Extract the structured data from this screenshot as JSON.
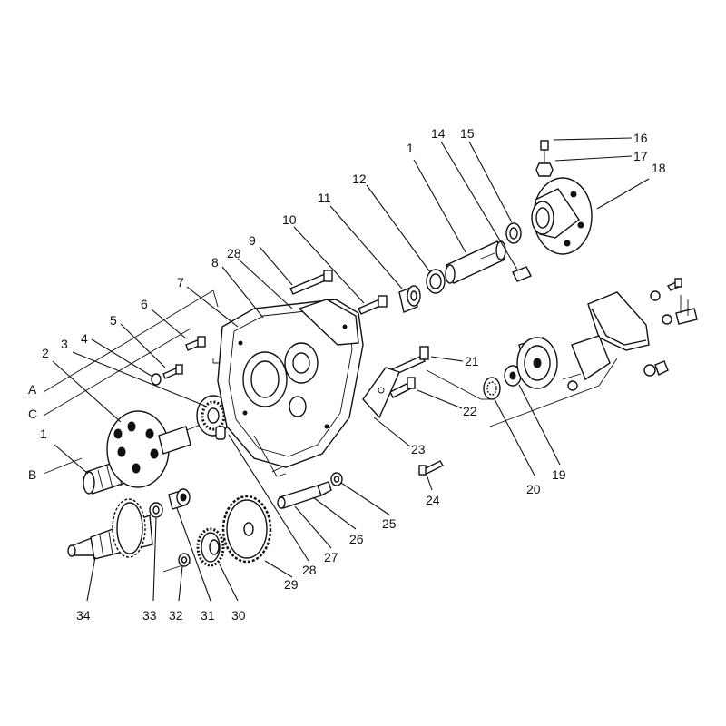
{
  "parts": [
    {
      "id": "1a",
      "text": "1"
    },
    {
      "id": "1b",
      "text": "1"
    },
    {
      "id": "2",
      "text": "2"
    },
    {
      "id": "3",
      "text": "3"
    },
    {
      "id": "4",
      "text": "4"
    },
    {
      "id": "5",
      "text": "5"
    },
    {
      "id": "6",
      "text": "6"
    },
    {
      "id": "7",
      "text": "7"
    },
    {
      "id": "8",
      "text": "8"
    },
    {
      "id": "9",
      "text": "9"
    },
    {
      "id": "10",
      "text": "10"
    },
    {
      "id": "11",
      "text": "11"
    },
    {
      "id": "12",
      "text": "12"
    },
    {
      "id": "14",
      "text": "14"
    },
    {
      "id": "15",
      "text": "15"
    },
    {
      "id": "16",
      "text": "16"
    },
    {
      "id": "17",
      "text": "17"
    },
    {
      "id": "18",
      "text": "18"
    },
    {
      "id": "19",
      "text": "19"
    },
    {
      "id": "20",
      "text": "20"
    },
    {
      "id": "21",
      "text": "21"
    },
    {
      "id": "22",
      "text": "22"
    },
    {
      "id": "23",
      "text": "23"
    },
    {
      "id": "24",
      "text": "24"
    },
    {
      "id": "25",
      "text": "25"
    },
    {
      "id": "26",
      "text": "26"
    },
    {
      "id": "27",
      "text": "27"
    },
    {
      "id": "28a",
      "text": "28"
    },
    {
      "id": "28b",
      "text": "28"
    },
    {
      "id": "29",
      "text": "29"
    },
    {
      "id": "30",
      "text": "30"
    },
    {
      "id": "31",
      "text": "31"
    },
    {
      "id": "32",
      "text": "32"
    },
    {
      "id": "33",
      "text": "33"
    },
    {
      "id": "34",
      "text": "34"
    }
  ],
  "axis_letters": {
    "a": "A",
    "b": "B",
    "c": "C"
  }
}
